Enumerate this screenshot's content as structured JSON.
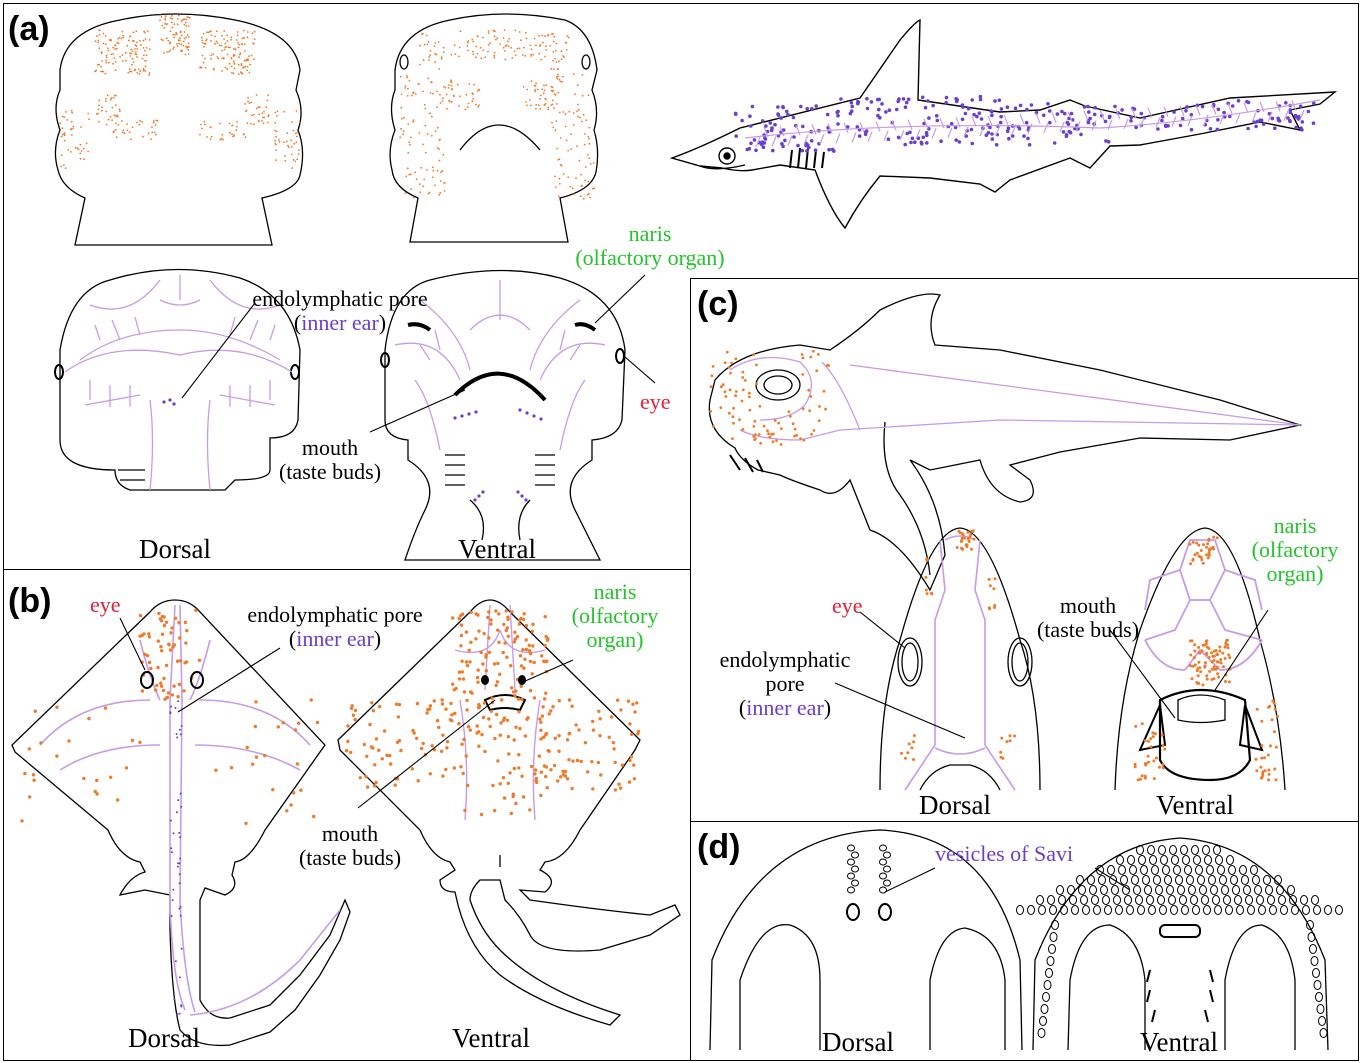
{
  "panels": {
    "a": {
      "label": "(a)",
      "dorsal": "Dorsal",
      "ventral": "Ventral",
      "endolymphatic": "endolymphatic pore",
      "inner_ear": "inner ear",
      "mouth": "mouth",
      "taste_buds": "(taste buds)",
      "naris": "naris",
      "olfactory": "(olfactory organ)",
      "eye": "eye"
    },
    "b": {
      "label": "(b)",
      "dorsal": "Dorsal",
      "ventral": "Ventral",
      "eye": "eye",
      "endolymphatic": "endolymphatic pore",
      "inner_ear": "inner ear",
      "mouth": "mouth",
      "taste_buds": "(taste buds)",
      "naris": "naris",
      "olfactory1": "(olfactory",
      "olfactory2": "organ)"
    },
    "c": {
      "label": "(c)",
      "dorsal": "Dorsal",
      "ventral": "Ventral",
      "eye": "eye",
      "endolymphatic1": "endolymphatic",
      "endolymphatic2": "pore",
      "inner_ear": "inner ear",
      "mouth": "mouth",
      "taste_buds": "(taste buds)",
      "naris": "naris",
      "olfactory1": "(olfactory",
      "olfactory2": "organ)"
    },
    "d": {
      "label": "(d)",
      "dorsal": "Dorsal",
      "ventral": "Ventral",
      "vesicles": "vesicles of Savi"
    }
  },
  "colors": {
    "orange": "#f07a2a",
    "purple": "#6a3fd0",
    "lilac": "#c79be6",
    "green": "#22c42a",
    "red": "#e0203a",
    "outline": "#000000"
  }
}
